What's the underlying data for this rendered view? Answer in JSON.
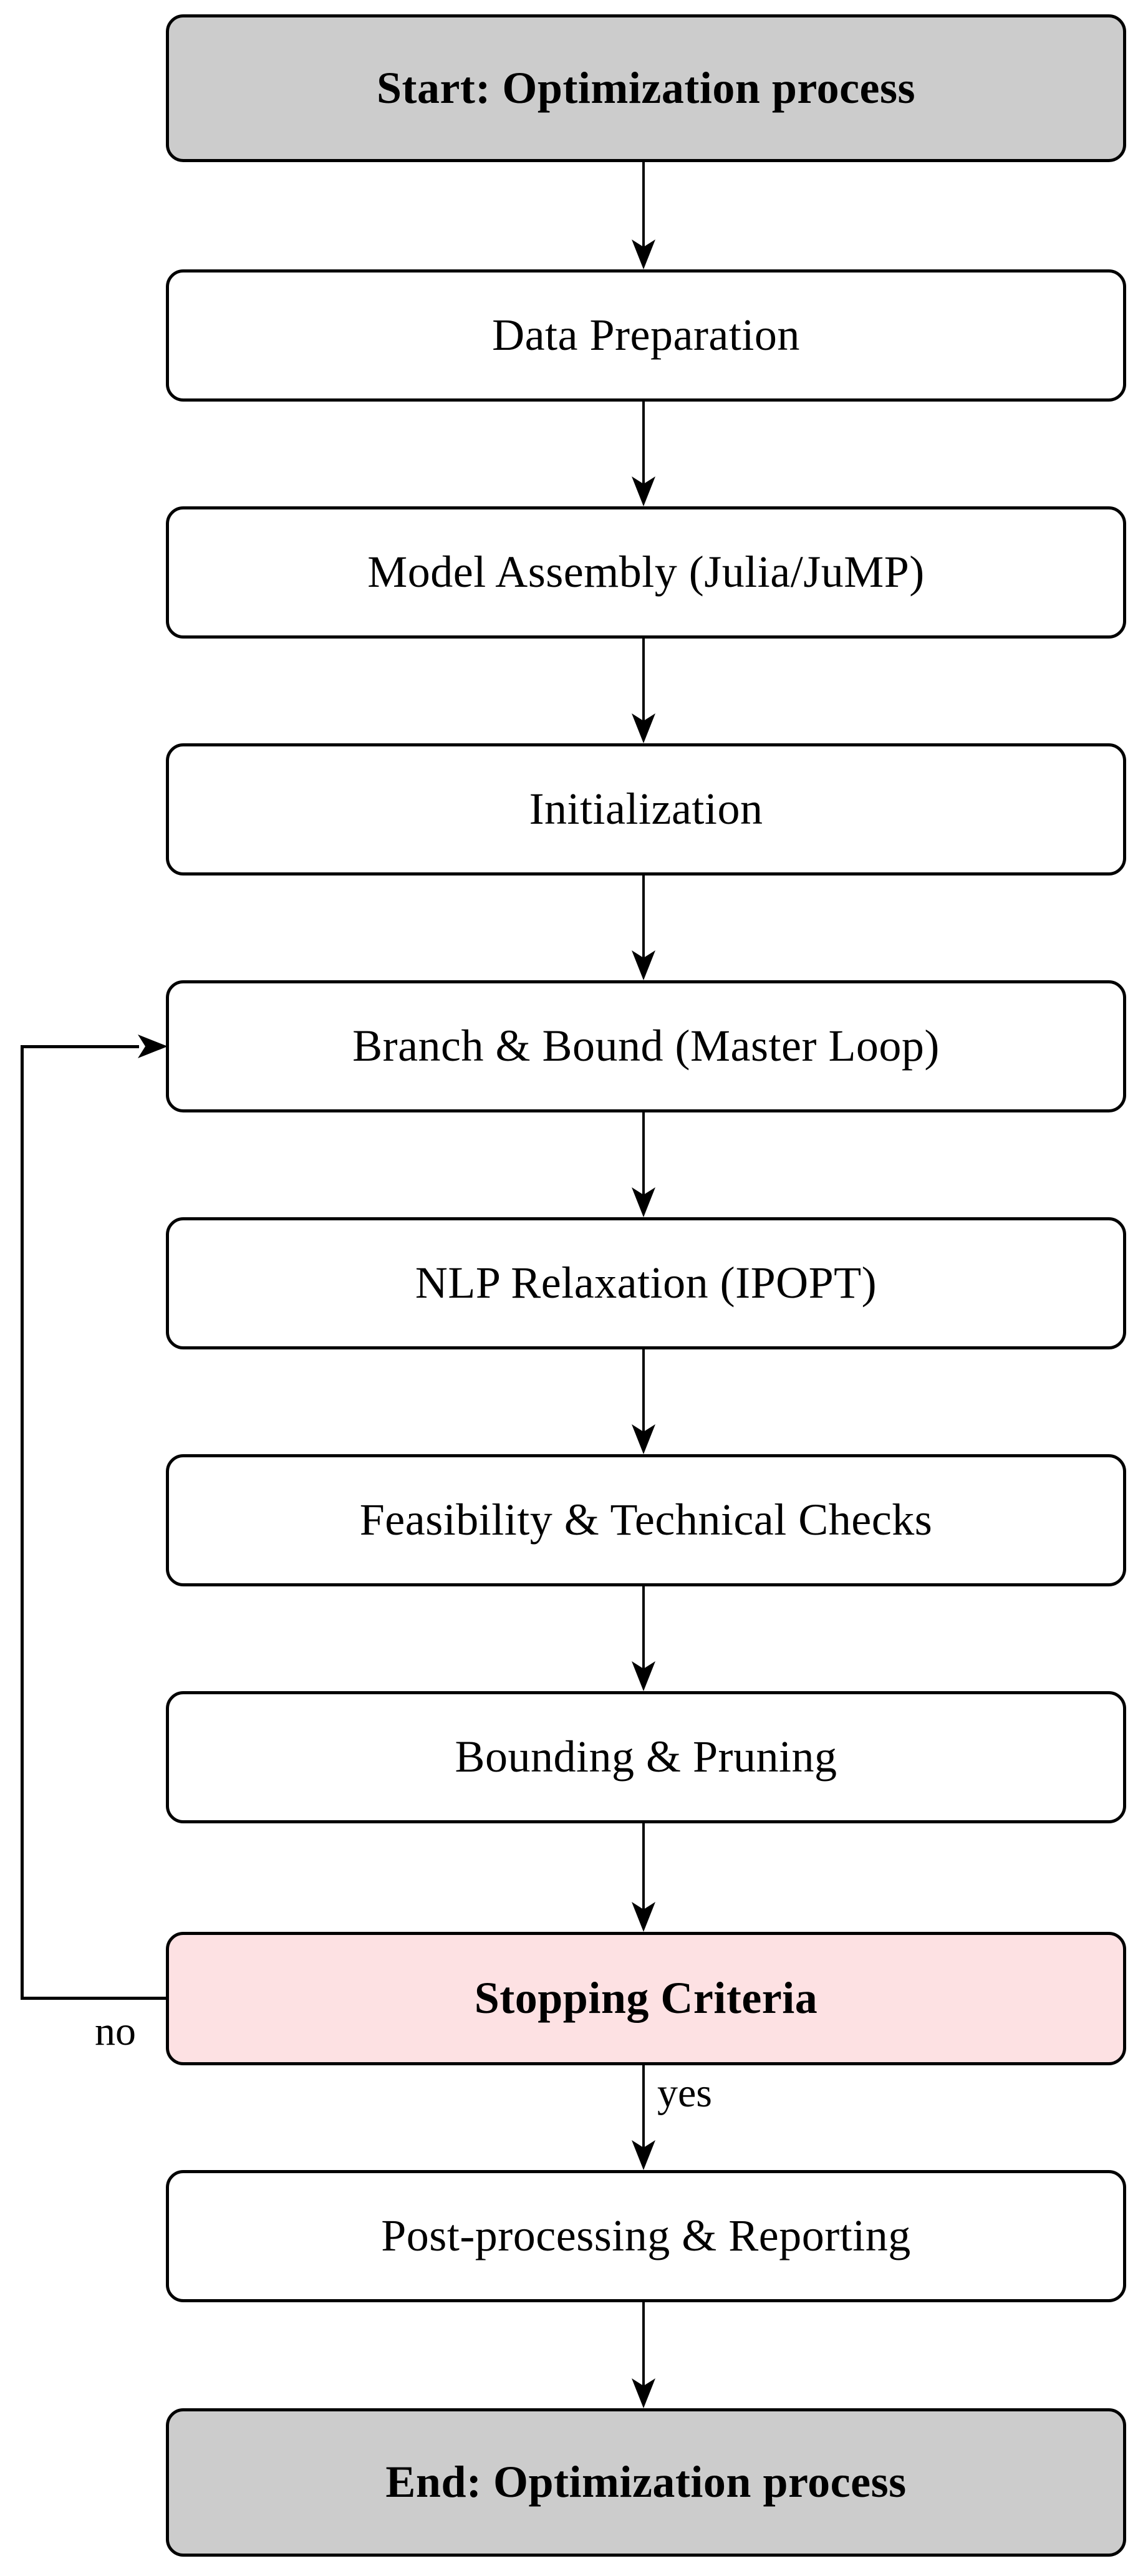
{
  "diagram": {
    "title": "Optimization process flowchart",
    "colors": {
      "background": "#ffffff",
      "border": "#000000",
      "terminal_fill": "#cccccc",
      "process_fill": "#ffffff",
      "decision_fill": "#fde1e3",
      "text": "#000000"
    },
    "nodes": [
      {
        "id": "start",
        "label": "Start: Optimization process",
        "type": "terminal"
      },
      {
        "id": "data-preparation",
        "label": "Data Preparation",
        "type": "process"
      },
      {
        "id": "model-assembly",
        "label": "Model Assembly (Julia/JuMP)",
        "type": "process"
      },
      {
        "id": "initialization",
        "label": "Initialization",
        "type": "process"
      },
      {
        "id": "branch-and-bound",
        "label": "Branch & Bound (Master Loop)",
        "type": "process"
      },
      {
        "id": "nlp-relaxation",
        "label": "NLP Relaxation (IPOPT)",
        "type": "process"
      },
      {
        "id": "feasibility-checks",
        "label": "Feasibility & Technical Checks",
        "type": "process"
      },
      {
        "id": "bounding-pruning",
        "label": "Bounding & Pruning",
        "type": "process"
      },
      {
        "id": "stopping-criteria",
        "label": "Stopping Criteria",
        "type": "decision"
      },
      {
        "id": "post-processing",
        "label": "Post-processing & Reporting",
        "type": "process"
      },
      {
        "id": "end",
        "label": "End: Optimization process",
        "type": "terminal"
      }
    ],
    "edges": [
      {
        "from": "start",
        "to": "data-preparation",
        "label": ""
      },
      {
        "from": "data-preparation",
        "to": "model-assembly",
        "label": ""
      },
      {
        "from": "model-assembly",
        "to": "initialization",
        "label": ""
      },
      {
        "from": "initialization",
        "to": "branch-and-bound",
        "label": ""
      },
      {
        "from": "branch-and-bound",
        "to": "nlp-relaxation",
        "label": ""
      },
      {
        "from": "nlp-relaxation",
        "to": "feasibility-checks",
        "label": ""
      },
      {
        "from": "feasibility-checks",
        "to": "bounding-pruning",
        "label": ""
      },
      {
        "from": "bounding-pruning",
        "to": "stopping-criteria",
        "label": ""
      },
      {
        "from": "stopping-criteria",
        "to": "post-processing",
        "label": "yes"
      },
      {
        "from": "post-processing",
        "to": "end",
        "label": ""
      },
      {
        "from": "stopping-criteria",
        "to": "branch-and-bound",
        "label": "no",
        "route": "left-loop"
      }
    ],
    "edge_labels": {
      "no": "no",
      "yes": "yes"
    }
  }
}
